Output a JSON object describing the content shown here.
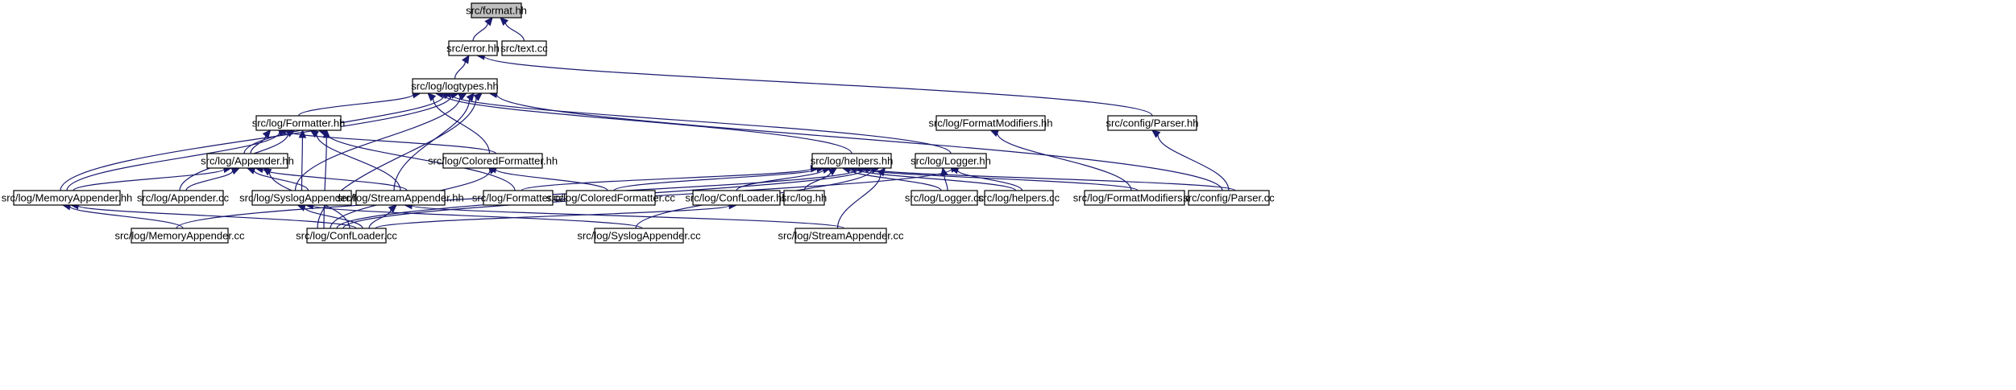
{
  "colors": {
    "edge": "#191970",
    "node_fill": "#ffffff",
    "root_fill": "#bfbfbf",
    "node_border": "#000000",
    "background": "#ffffff"
  },
  "nodes": [
    {
      "id": "format_hh",
      "label": "src/format.hh",
      "root": true
    },
    {
      "id": "error_hh",
      "label": "src/error.hh"
    },
    {
      "id": "text_cc",
      "label": "src/text.cc"
    },
    {
      "id": "logtypes_hh",
      "label": "src/log/logtypes.hh"
    },
    {
      "id": "formatter_hh",
      "label": "src/log/Formatter.hh"
    },
    {
      "id": "formatmodifiers_hh",
      "label": "src/log/FormatModifiers.hh"
    },
    {
      "id": "config_parser_hh",
      "label": "src/config/Parser.hh"
    },
    {
      "id": "coloredformatter_hh",
      "label": "src/log/ColoredFormatter.hh"
    },
    {
      "id": "helpers_hh",
      "label": "src/log/helpers.hh"
    },
    {
      "id": "logger_hh",
      "label": "src/log/Logger.hh"
    },
    {
      "id": "appender_hh",
      "label": "src/log/Appender.hh"
    },
    {
      "id": "memoryappender_hh",
      "label": "src/log/MemoryAppender.hh"
    },
    {
      "id": "appender_cc",
      "label": "src/log/Appender.cc"
    },
    {
      "id": "syslogappender_hh",
      "label": "src/log/SyslogAppender.hh"
    },
    {
      "id": "streamappender_hh",
      "label": "src/log/StreamAppender.hh"
    },
    {
      "id": "formatter_cc",
      "label": "src/log/Formatter.cc"
    },
    {
      "id": "coloredformatter_cc",
      "label": "src/log/ColoredFormatter.cc"
    },
    {
      "id": "confloader_hh",
      "label": "src/log/ConfLoader.hh"
    },
    {
      "id": "log_hh",
      "label": "src/log.hh"
    },
    {
      "id": "logger_cc",
      "label": "src/log/Logger.cc"
    },
    {
      "id": "helpers_cc",
      "label": "src/log/helpers.cc"
    },
    {
      "id": "formatmodifiers_cc",
      "label": "src/log/FormatModifiers.cc"
    },
    {
      "id": "config_parser_cc",
      "label": "src/config/Parser.cc"
    },
    {
      "id": "memoryappender_cc",
      "label": "src/log/MemoryAppender.cc"
    },
    {
      "id": "confloader_cc",
      "label": "src/log/ConfLoader.cc"
    },
    {
      "id": "syslogappender_cc",
      "label": "src/log/SyslogAppender.cc"
    },
    {
      "id": "streamappender_cc",
      "label": "src/log/StreamAppender.cc"
    }
  ],
  "edges": [
    {
      "from": "error_hh",
      "to": "format_hh"
    },
    {
      "from": "text_cc",
      "to": "format_hh"
    },
    {
      "from": "logtypes_hh",
      "to": "error_hh"
    },
    {
      "from": "config_parser_hh",
      "to": "error_hh"
    },
    {
      "from": "formatter_hh",
      "to": "logtypes_hh"
    },
    {
      "from": "coloredformatter_hh",
      "to": "logtypes_hh"
    },
    {
      "from": "helpers_hh",
      "to": "logtypes_hh"
    },
    {
      "from": "logger_hh",
      "to": "logtypes_hh"
    },
    {
      "from": "appender_hh",
      "to": "logtypes_hh"
    },
    {
      "from": "memoryappender_hh",
      "to": "logtypes_hh"
    },
    {
      "from": "syslogappender_hh",
      "to": "logtypes_hh"
    },
    {
      "from": "streamappender_hh",
      "to": "logtypes_hh"
    },
    {
      "from": "confloader_cc",
      "to": "logtypes_hh"
    },
    {
      "from": "config_parser_cc",
      "to": "logtypes_hh"
    },
    {
      "from": "appender_hh",
      "to": "formatter_hh"
    },
    {
      "from": "coloredformatter_hh",
      "to": "formatter_hh"
    },
    {
      "from": "memoryappender_hh",
      "to": "formatter_hh"
    },
    {
      "from": "appender_cc",
      "to": "formatter_hh"
    },
    {
      "from": "syslogappender_hh",
      "to": "formatter_hh"
    },
    {
      "from": "streamappender_hh",
      "to": "formatter_hh"
    },
    {
      "from": "formatter_cc",
      "to": "formatter_hh"
    },
    {
      "from": "confloader_cc",
      "to": "formatter_hh"
    },
    {
      "from": "formatmodifiers_cc",
      "to": "formatmodifiers_hh"
    },
    {
      "from": "config_parser_cc",
      "to": "config_parser_hh"
    },
    {
      "from": "coloredformatter_cc",
      "to": "coloredformatter_hh"
    },
    {
      "from": "confloader_cc",
      "to": "coloredformatter_hh"
    },
    {
      "from": "formatter_cc",
      "to": "helpers_hh"
    },
    {
      "from": "coloredformatter_cc",
      "to": "helpers_hh"
    },
    {
      "from": "confloader_hh",
      "to": "helpers_hh"
    },
    {
      "from": "log_hh",
      "to": "helpers_hh"
    },
    {
      "from": "logger_cc",
      "to": "helpers_hh"
    },
    {
      "from": "helpers_cc",
      "to": "helpers_hh"
    },
    {
      "from": "formatmodifiers_cc",
      "to": "helpers_hh"
    },
    {
      "from": "config_parser_cc",
      "to": "helpers_hh"
    },
    {
      "from": "memoryappender_cc",
      "to": "helpers_hh"
    },
    {
      "from": "confloader_cc",
      "to": "helpers_hh"
    },
    {
      "from": "syslogappender_cc",
      "to": "helpers_hh"
    },
    {
      "from": "streamappender_cc",
      "to": "helpers_hh"
    },
    {
      "from": "logger_cc",
      "to": "logger_hh"
    },
    {
      "from": "helpers_cc",
      "to": "logger_hh"
    },
    {
      "from": "confloader_cc",
      "to": "logger_hh"
    },
    {
      "from": "memoryappender_hh",
      "to": "appender_hh"
    },
    {
      "from": "appender_cc",
      "to": "appender_hh"
    },
    {
      "from": "syslogappender_hh",
      "to": "appender_hh"
    },
    {
      "from": "streamappender_hh",
      "to": "appender_hh"
    },
    {
      "from": "confloader_cc",
      "to": "appender_hh"
    },
    {
      "from": "memoryappender_cc",
      "to": "memoryappender_hh"
    },
    {
      "from": "confloader_cc",
      "to": "memoryappender_hh"
    },
    {
      "from": "confloader_cc",
      "to": "syslogappender_hh"
    },
    {
      "from": "syslogappender_cc",
      "to": "syslogappender_hh"
    },
    {
      "from": "confloader_cc",
      "to": "streamappender_hh"
    },
    {
      "from": "streamappender_cc",
      "to": "streamappender_hh"
    },
    {
      "from": "confloader_cc",
      "to": "confloader_hh"
    }
  ]
}
